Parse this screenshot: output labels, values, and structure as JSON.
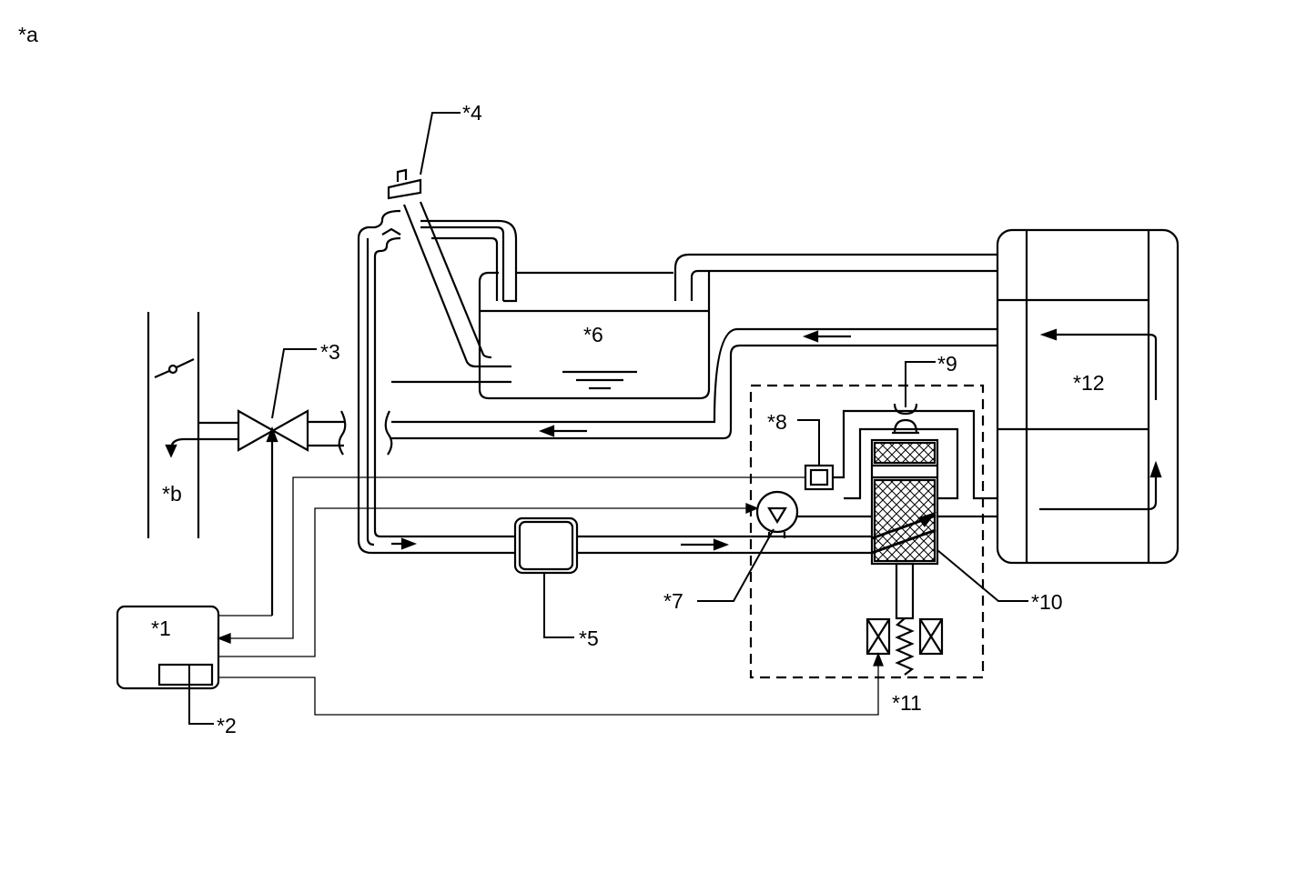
{
  "diagram": {
    "corner_label": "*a",
    "outlet_label": "*b",
    "labels": {
      "c1": "*1",
      "c2": "*2",
      "c3": "*3",
      "c4": "*4",
      "c5": "*5",
      "c6": "*6",
      "c7": "*7",
      "c8": "*8",
      "c9": "*9",
      "c10": "*10",
      "c11": "*11",
      "c12": "*12"
    },
    "colors": {
      "line": "#000000",
      "background": "#ffffff"
    }
  }
}
